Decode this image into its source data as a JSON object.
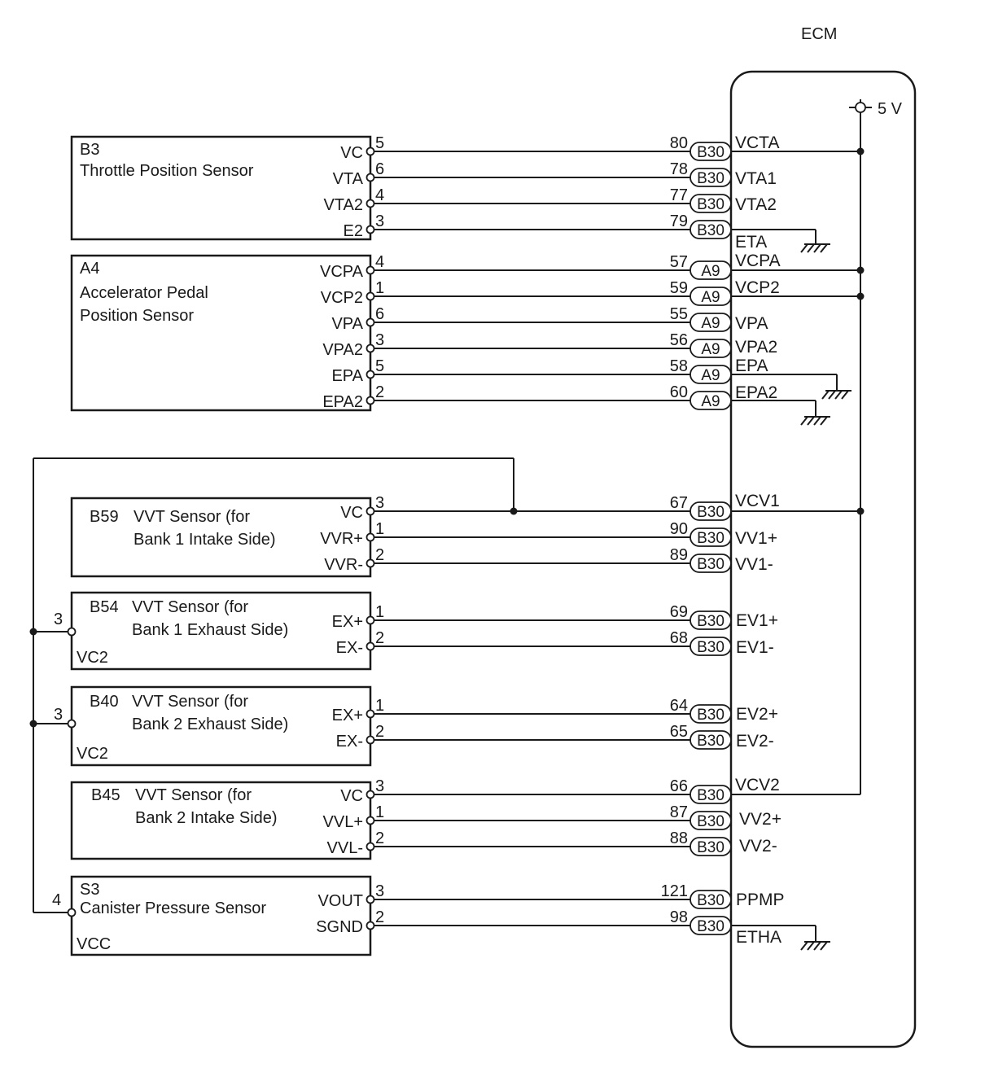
{
  "ecm": {
    "label": "ECM",
    "supply": "5 V"
  },
  "components": [
    {
      "id": "B3",
      "name": "Throttle Position Sensor"
    },
    {
      "id": "A4",
      "name_line1": "Accelerator Pedal",
      "name_line2": "Position Sensor"
    },
    {
      "id": "B59",
      "name_line1": "VVT Sensor (for",
      "name_line2": "Bank 1 Intake Side)"
    },
    {
      "id": "B54",
      "name_line1": "VVT Sensor (for",
      "name_line2": "Bank 1 Exhaust Side)",
      "supply_pin": "VC2",
      "supply_pin_no": "3"
    },
    {
      "id": "B40",
      "name_line1": "VVT Sensor (for",
      "name_line2": "Bank 2 Exhaust Side)",
      "supply_pin": "VC2",
      "supply_pin_no": "3"
    },
    {
      "id": "B45",
      "name_line1": "VVT Sensor (for",
      "name_line2": "Bank 2 Intake Side)"
    },
    {
      "id": "S3",
      "name": "Canister Pressure Sensor",
      "supply_pin": "VCC",
      "supply_pin_no": "4"
    }
  ],
  "wires": [
    {
      "sensor_pin": "VC",
      "pin_no": "5",
      "ecm_pin_no": "80",
      "connector": "B30",
      "ecm_terminal": "VCTA"
    },
    {
      "sensor_pin": "VTA",
      "pin_no": "6",
      "ecm_pin_no": "78",
      "connector": "B30",
      "ecm_terminal": "VTA1"
    },
    {
      "sensor_pin": "VTA2",
      "pin_no": "4",
      "ecm_pin_no": "77",
      "connector": "B30",
      "ecm_terminal": "VTA2"
    },
    {
      "sensor_pin": "E2",
      "pin_no": "3",
      "ecm_pin_no": "79",
      "connector": "B30",
      "ecm_terminal": "ETA"
    },
    {
      "sensor_pin": "VCPA",
      "pin_no": "4",
      "ecm_pin_no": "57",
      "connector": "A9",
      "ecm_terminal": "VCPA"
    },
    {
      "sensor_pin": "VCP2",
      "pin_no": "1",
      "ecm_pin_no": "59",
      "connector": "A9",
      "ecm_terminal": "VCP2"
    },
    {
      "sensor_pin": "VPA",
      "pin_no": "6",
      "ecm_pin_no": "55",
      "connector": "A9",
      "ecm_terminal": "VPA"
    },
    {
      "sensor_pin": "VPA2",
      "pin_no": "3",
      "ecm_pin_no": "56",
      "connector": "A9",
      "ecm_terminal": "VPA2"
    },
    {
      "sensor_pin": "EPA",
      "pin_no": "5",
      "ecm_pin_no": "58",
      "connector": "A9",
      "ecm_terminal": "EPA"
    },
    {
      "sensor_pin": "EPA2",
      "pin_no": "2",
      "ecm_pin_no": "60",
      "connector": "A9",
      "ecm_terminal": "EPA2"
    },
    {
      "sensor_pin": "VC",
      "pin_no": "3",
      "ecm_pin_no": "67",
      "connector": "B30",
      "ecm_terminal": "VCV1"
    },
    {
      "sensor_pin": "VVR+",
      "pin_no": "1",
      "ecm_pin_no": "90",
      "connector": "B30",
      "ecm_terminal": "VV1+"
    },
    {
      "sensor_pin": "VVR-",
      "pin_no": "2",
      "ecm_pin_no": "89",
      "connector": "B30",
      "ecm_terminal": "VV1-"
    },
    {
      "sensor_pin": "EX+",
      "pin_no": "1",
      "ecm_pin_no": "69",
      "connector": "B30",
      "ecm_terminal": "EV1+"
    },
    {
      "sensor_pin": "EX-",
      "pin_no": "2",
      "ecm_pin_no": "68",
      "connector": "B30",
      "ecm_terminal": "EV1-"
    },
    {
      "sensor_pin": "EX+",
      "pin_no": "1",
      "ecm_pin_no": "64",
      "connector": "B30",
      "ecm_terminal": "EV2+"
    },
    {
      "sensor_pin": "EX-",
      "pin_no": "2",
      "ecm_pin_no": "65",
      "connector": "B30",
      "ecm_terminal": "EV2-"
    },
    {
      "sensor_pin": "VC",
      "pin_no": "3",
      "ecm_pin_no": "66",
      "connector": "B30",
      "ecm_terminal": "VCV2"
    },
    {
      "sensor_pin": "VVL+",
      "pin_no": "1",
      "ecm_pin_no": "87",
      "connector": "B30",
      "ecm_terminal": "VV2+"
    },
    {
      "sensor_pin": "VVL-",
      "pin_no": "2",
      "ecm_pin_no": "88",
      "connector": "B30",
      "ecm_terminal": "VV2-"
    },
    {
      "sensor_pin": "VOUT",
      "pin_no": "3",
      "ecm_pin_no": "121",
      "connector": "B30",
      "ecm_terminal": "PPMP"
    },
    {
      "sensor_pin": "SGND",
      "pin_no": "2",
      "ecm_pin_no": "98",
      "connector": "B30",
      "ecm_terminal": "ETHA"
    }
  ]
}
